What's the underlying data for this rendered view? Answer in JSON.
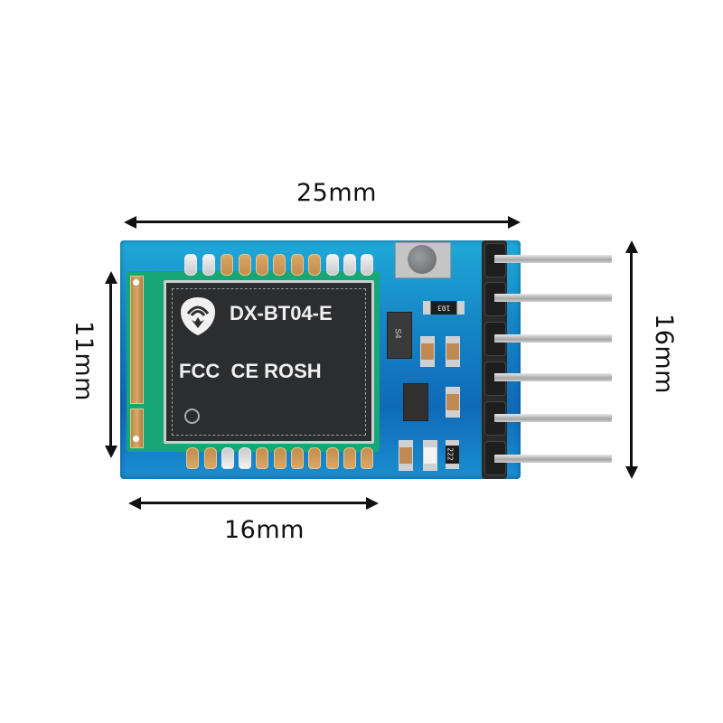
{
  "image": {
    "subject": "Bluetooth module PCB with dimension annotations",
    "module": {
      "model_label": "DX-BT04-E",
      "cert_label": "FCC  CE ROSH",
      "resistor_top_code": "103",
      "resistor_bottom_code": "222",
      "diode_code": "S4",
      "header_pin_count": 6
    },
    "dimensions": {
      "top_width": "25mm",
      "bottom_width": "16mm",
      "left_height": "11mm",
      "right_height": "16mm"
    },
    "colors": {
      "pcb_blue": "#1586c6",
      "submodule_green": "#17a675",
      "shield_black": "#2c2d2f",
      "annotation": "#111111",
      "background": "#ffffff"
    }
  }
}
